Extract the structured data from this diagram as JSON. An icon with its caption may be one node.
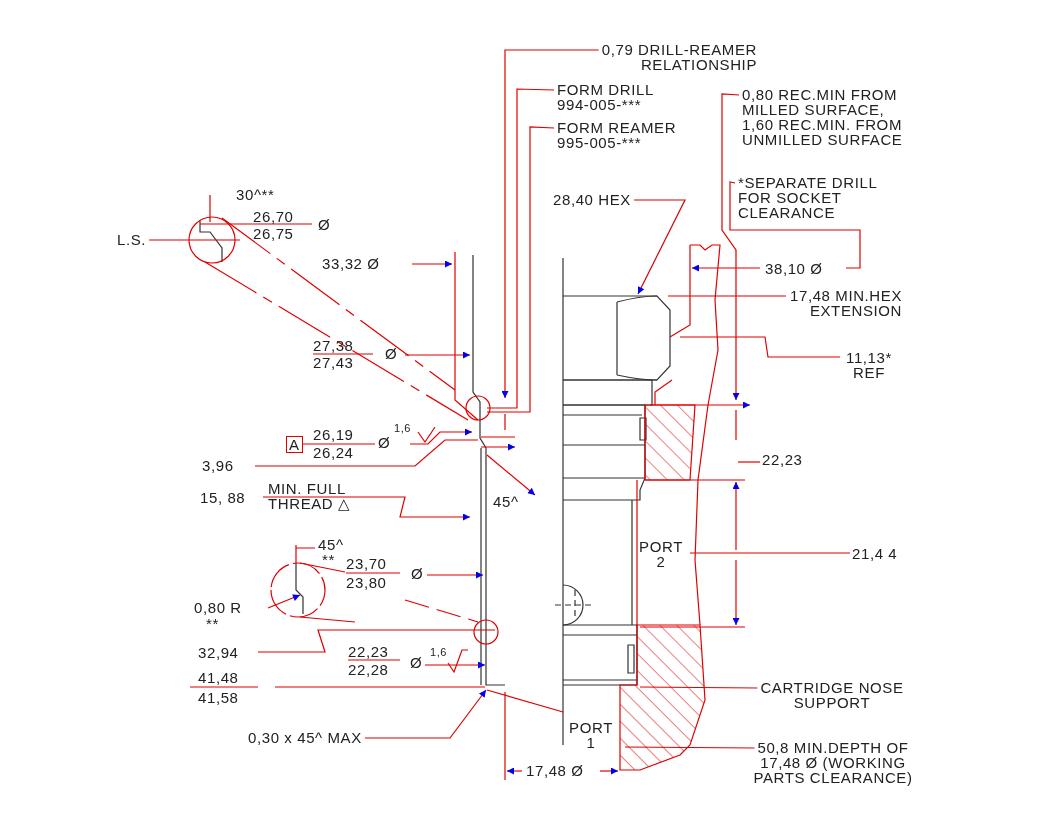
{
  "diagram": {
    "nodes": [
      {
        "text": [
          "0,79 DRILL-REAMER RELATIONSHIP"
        ]
      },
      {
        "text": [
          "FORM DRILL 994-005-***"
        ]
      },
      {
        "text": [
          "FORM REAMER 995-005-***"
        ]
      },
      {
        "text": [
          "28,40 HEX"
        ]
      },
      {
        "text": [
          "0,80 REC.MIN FROM MILLED SURFACE, 1,60 REC.MIN. FROM UNMILLED SURFACE"
        ]
      },
      {
        "text": [
          "*SEPARATE DRILL FOR SOCKET CLEARANCE"
        ]
      },
      {
        "text": [
          "CARTRIDGE NOSE SUPPORT"
        ]
      },
      {
        "text": [
          "50,8 MIN.DEPTH OF 17,48 Ø (WORKING PARTS CLEARANCE)"
        ]
      },
      {
        "text": [
          "0,30 x 45^ MAX"
        ]
      },
      {
        "text": [
          "L.S."
        ]
      }
    ],
    "edges": [
      {
        "from": 0,
        "to": null,
        "arrow": "to"
      },
      {
        "from": 1,
        "to": null,
        "arrow": "none"
      },
      {
        "from": 2,
        "to": null,
        "arrow": "none"
      },
      {
        "from": 3,
        "to": null,
        "arrow": "to"
      },
      {
        "from": 4,
        "to": null,
        "arrow": "to"
      },
      {
        "from": 5,
        "to": null,
        "arrow": "none"
      },
      {
        "from": 6,
        "to": null,
        "arrow": "none"
      },
      {
        "from": 7,
        "to": null,
        "arrow": "none"
      },
      {
        "from": 8,
        "to": null,
        "arrow": "to"
      },
      {
        "from": 9,
        "to": null,
        "arrow": "none"
      }
    ],
    "labels": [
      "30^**",
      "26,70",
      "26,75",
      "Ø",
      "33,32 Ø",
      "27,38",
      "27,43",
      "Ø",
      "A",
      "26,19",
      "26,24",
      "Ø",
      "1,6",
      "3,96",
      "15, 88",
      "MIN. FULL THREAD △",
      "45^",
      "45^",
      "**",
      "23,70",
      "23,80",
      "Ø",
      "0,80 R",
      "**",
      "32,94",
      "22,23",
      "22,28",
      "Ø",
      "1,6",
      "41,48",
      "41,58",
      "17,48 Ø",
      "38,10 Ø",
      "17,48 MIN.HEX EXTENSION",
      "11,13* REF",
      "22,23",
      "21,4 4",
      "PORT 2",
      "PORT 1"
    ]
  }
}
